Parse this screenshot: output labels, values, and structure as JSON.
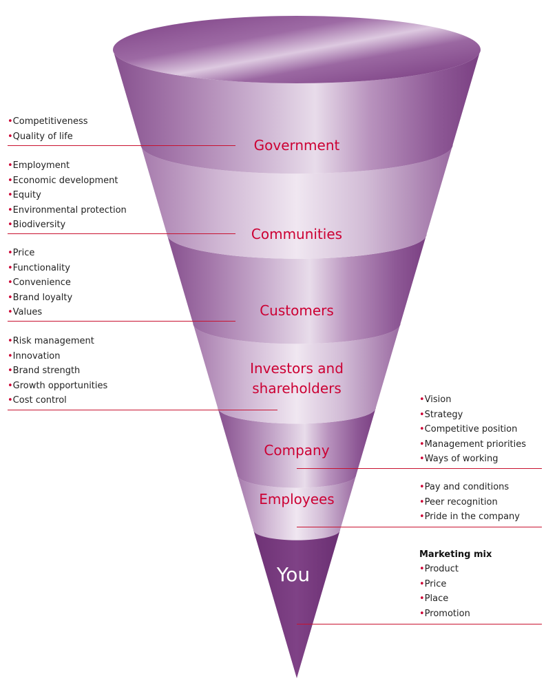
{
  "colors": {
    "label_red": "#cc0033",
    "bullet_red": "#cc0033",
    "leader_red": "#c8102e",
    "funnel_dark": "#7a3a80",
    "funnel_light": "#e6d8ea",
    "you_band": "#7b3a7f"
  },
  "bands": [
    {
      "label": "Government"
    },
    {
      "label": "Communities"
    },
    {
      "label": "Customers"
    },
    {
      "label": "Investors and shareholders",
      "line1": "Investors and",
      "line2": "shareholders"
    },
    {
      "label": "Company"
    },
    {
      "label": "Employees"
    },
    {
      "label": "You"
    }
  ],
  "bullet": "•",
  "lists": {
    "government": [
      "Competitiveness",
      "Quality of life"
    ],
    "communities": [
      "Employment",
      "Economic development",
      "Equity",
      "Environmental protection",
      "Biodiversity"
    ],
    "customers": [
      "Price",
      "Functionality",
      "Convenience",
      "Brand loyalty",
      "Values"
    ],
    "investors": [
      "Risk management",
      "Innovation",
      "Brand strength",
      "Growth opportunities",
      "Cost control"
    ],
    "company": [
      "Vision",
      "Strategy",
      "Competitive position",
      "Management priorities",
      "Ways of working"
    ],
    "employees": [
      "Pay and conditions",
      "Peer recognition",
      "Pride in the company"
    ],
    "you": {
      "heading": "Marketing mix",
      "items": [
        "Product",
        "Price",
        "Place",
        "Promotion"
      ]
    }
  }
}
